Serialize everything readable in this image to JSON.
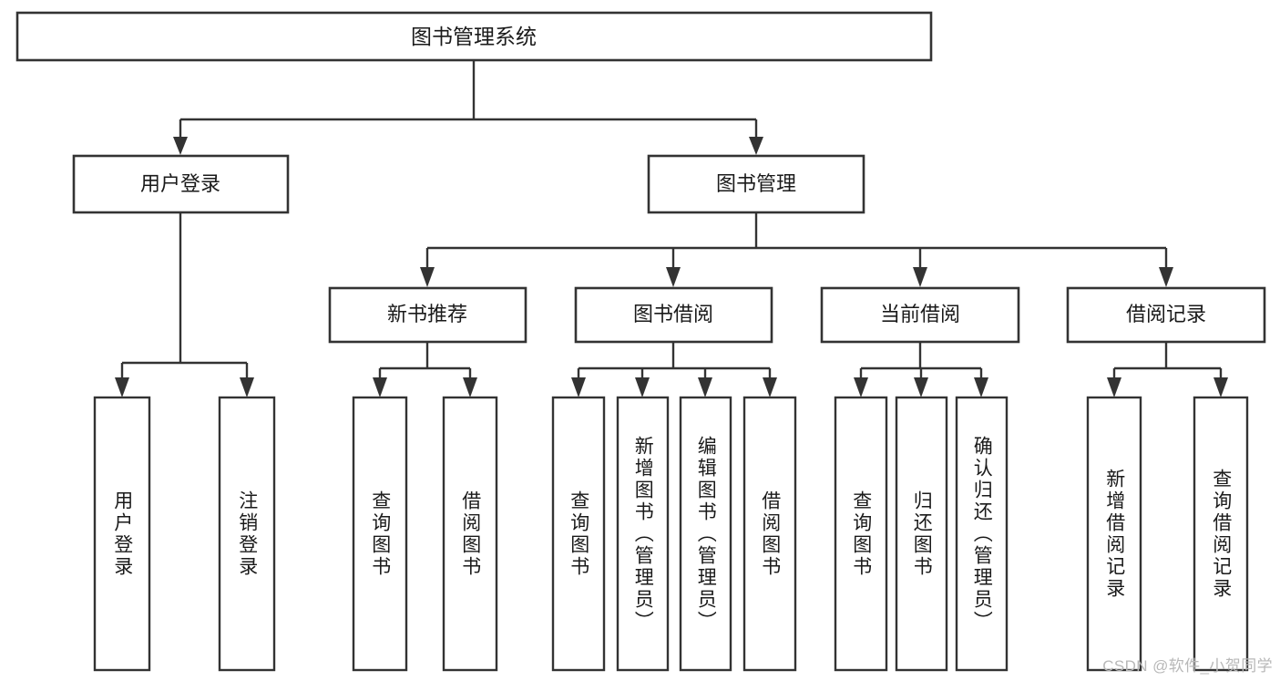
{
  "diagram": {
    "type": "tree-hierarchy",
    "title": "图书管理系统",
    "orientation": "top-down",
    "colors": {
      "stroke": "#333333",
      "fill": "#ffffff",
      "text": "#1a1a1a",
      "watermark": "#b8b8b8",
      "background": "#ffffff"
    },
    "root": {
      "label": "图书管理系统"
    },
    "level2": [
      {
        "label": "用户登录"
      },
      {
        "label": "图书管理"
      }
    ],
    "level3": [
      {
        "label": "新书推荐"
      },
      {
        "label": "图书借阅"
      },
      {
        "label": "当前借阅"
      },
      {
        "label": "借阅记录"
      }
    ],
    "leaves": {
      "user_login": [
        {
          "label": "用户登录"
        },
        {
          "label": "注销登录"
        }
      ],
      "new_book_recommend": [
        {
          "label": "查询图书"
        },
        {
          "label": "借阅图书"
        }
      ],
      "book_borrow": [
        {
          "label": "查询图书"
        },
        {
          "label": "新增图书（管理员）"
        },
        {
          "label": "编辑图书（管理员）"
        },
        {
          "label": "借阅图书"
        }
      ],
      "current_borrow": [
        {
          "label": "查询图书"
        },
        {
          "label": "归还图书"
        },
        {
          "label": "确认归还（管理员）"
        }
      ],
      "borrow_record": [
        {
          "label": "新增借阅记录"
        },
        {
          "label": "查询借阅记录"
        }
      ]
    }
  },
  "watermark": {
    "text": "CSDN @软件_小贺同学"
  }
}
